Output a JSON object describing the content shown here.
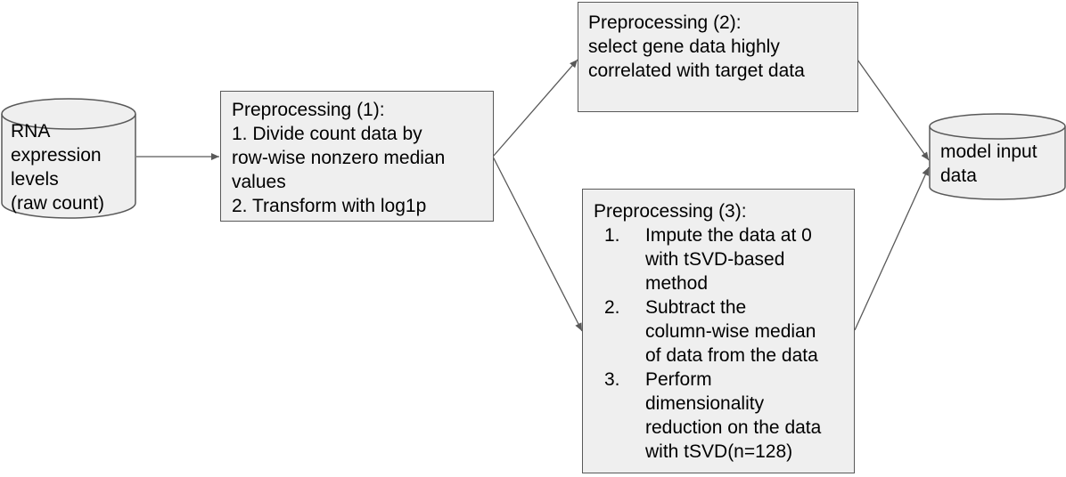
{
  "input_node": {
    "lines": [
      "RNA",
      "expression",
      "levels",
      "(raw count)"
    ]
  },
  "pre1": {
    "title": "Preprocessing (1):",
    "lines": [
      "1. Divide count data by",
      "row-wise nonzero median",
      "values",
      "2. Transform with log1p"
    ]
  },
  "pre2": {
    "title": "Preprocessing (2):",
    "lines": [
      "select gene data highly",
      "correlated with target data"
    ]
  },
  "pre3": {
    "title": "Preprocessing (3):",
    "steps": [
      {
        "num": "1.",
        "text": "Impute the data at 0\nwith tSVD-based\nmethod"
      },
      {
        "num": "2.",
        "text": "Subtract the\ncolumn-wise median\nof data from the data"
      },
      {
        "num": "3.",
        "text": "Perform\ndimensionality\nreduction on the data\nwith tSVD(n=128)"
      }
    ]
  },
  "output_node": {
    "lines": [
      "model input",
      "data"
    ]
  },
  "colors": {
    "box_fill": "#efefef",
    "stroke": "#595959"
  }
}
